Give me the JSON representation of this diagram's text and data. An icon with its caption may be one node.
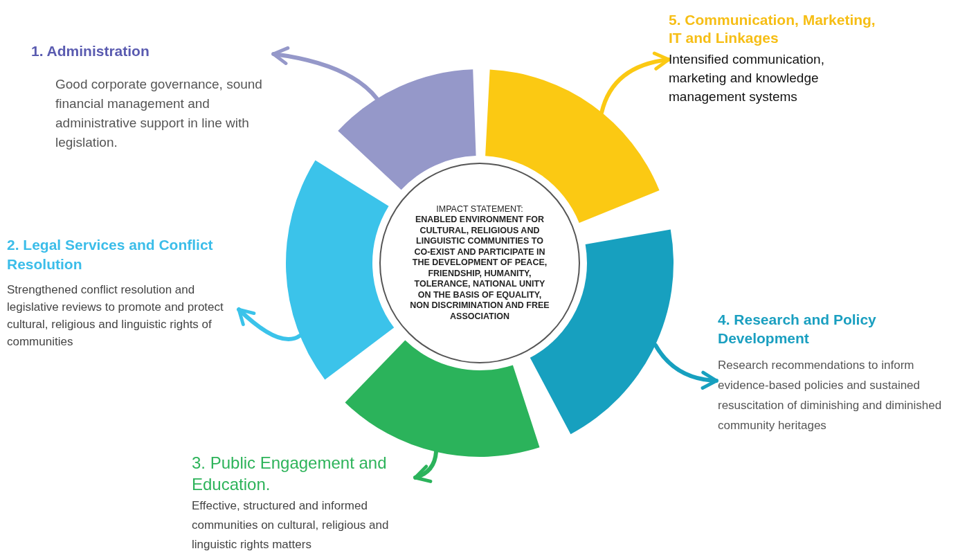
{
  "diagram": {
    "nodes": [
      {
        "text": [
          "1. Administration",
          "Good corporate governance, sound financial management and administrative support in line with legislation."
        ]
      },
      {
        "text": [
          "2. Legal Services and Conflict Resolution",
          "Strengthened conflict resolution and legislative reviews to promote and protect cultural, religious and linguistic rights of communities"
        ]
      },
      {
        "text": [
          "3. Public Engagement and Education.",
          "Effective, structured and informed communities on cultural, religious and linguistic rights matters"
        ]
      },
      {
        "text": [
          "4. Research and Policy Development",
          "Research recommendations to inform evidence-based policies and sustained resuscitation of diminishing and diminished community heritages"
        ]
      },
      {
        "text": [
          "5. Communication, Marketing, IT and Linkages",
          "Intensified communication, marketing and knowledge management systems"
        ]
      },
      {
        "text": [
          "IMPACT STATEMENT:",
          "ENABLED ENVIRONMENT FOR CULTURAL, RELIGIOUS AND LINGUISTIC COMMUNITIES TO CO-EXIST AND PARTICIPATE IN THE DEVELOPMENT OF PEACE, FRIENDSHIP, HUMANITY, TOLERANCE, NATIONAL UNITY ON THE BASIS OF EQUALITY, NON DISCRIMINATION AND FREE ASSOCIATION"
        ]
      },
      {
        "text": [],
        "shape": "arc"
      },
      {
        "text": [],
        "shape": "arc"
      },
      {
        "text": [],
        "shape": "arc"
      },
      {
        "text": [],
        "shape": "arc"
      },
      {
        "text": [],
        "shape": "arc"
      }
    ],
    "edges": [
      {
        "from": 6,
        "to": 0,
        "arrow": "to",
        "color": "#9598c9"
      },
      {
        "from": 7,
        "to": 1,
        "arrow": "to",
        "color": "#3bc3ea"
      },
      {
        "from": 8,
        "to": 2,
        "arrow": "to",
        "color": "#2bb35b"
      },
      {
        "from": 9,
        "to": 3,
        "arrow": "to",
        "color": "#17a0bf"
      },
      {
        "from": 10,
        "to": 4,
        "arrow": "to",
        "color": "#fbc913"
      }
    ]
  }
}
